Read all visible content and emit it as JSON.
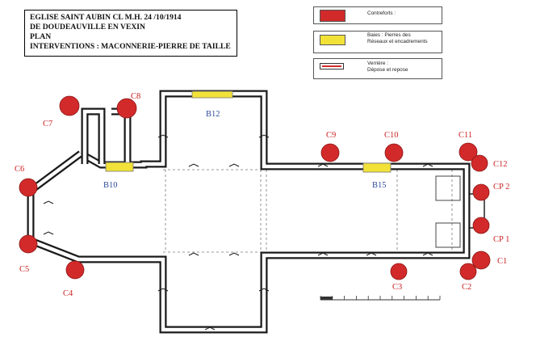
{
  "title": {
    "lines": [
      "EGLISE SAINT AUBIN    CL M.H.  24 /10/1914",
      "DE DOUDEAUVILLE EN VEXIN",
      "PLAN",
      "INTERVENTIONS : MACONNERIE-PIERRE DE TAILLE"
    ]
  },
  "legend": {
    "items": [
      {
        "label": "Contreforts :",
        "swatch": "red"
      },
      {
        "label": "Baies : Pierres  des\nRéseaux et encadrements",
        "swatch": "yellow"
      },
      {
        "label": "Verrière :\nDépose et repose",
        "swatch": "line"
      }
    ]
  },
  "colors": {
    "buttress": "#d22a2a",
    "bay": "#f2e238",
    "verriere": "#d22a2a",
    "wall": "#1a1a1a",
    "label_red": "#cc2222",
    "label_blue": "#2d4a9a"
  },
  "buttresses": [
    {
      "label": "C1"
    },
    {
      "label": "C2"
    },
    {
      "label": "C3"
    },
    {
      "label": "C4"
    },
    {
      "label": "C5"
    },
    {
      "label": "C6"
    },
    {
      "label": "C7"
    },
    {
      "label": "C8"
    },
    {
      "label": "C9"
    },
    {
      "label": "C10"
    },
    {
      "label": "C11"
    },
    {
      "label": "C12"
    },
    {
      "label": "CP 1"
    },
    {
      "label": "CP 2"
    }
  ],
  "bays": [
    {
      "label": "B10"
    },
    {
      "label": "B12"
    },
    {
      "label": "B15"
    }
  ]
}
